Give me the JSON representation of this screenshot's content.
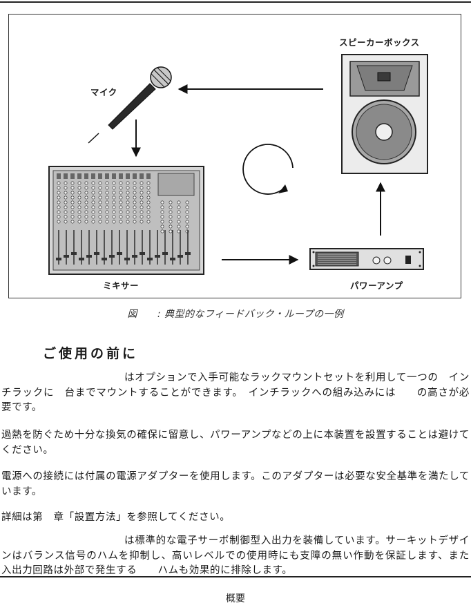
{
  "figure": {
    "labels": {
      "speaker": "スピーカーボックス",
      "mic": "マイク",
      "mixer": "ミキサー",
      "amp": "パワーアンプ"
    },
    "caption": {
      "prefix": "図",
      "text": ": 典型的なフィードバック・ループの一例"
    }
  },
  "section": {
    "heading": "ご使用の前に",
    "paragraphs": [
      "はオプションで入手可能なラックマウントセットを利用して一つの　インチラックに　台までマウントすることができます。　インチラックへの組み込みには　　の高さが必要です。",
      "過熱を防ぐため十分な換気の確保に留意し、パワーアンプなどの上に本装置を設置することは避けてください。",
      "電源への接続には付属の電源アダプターを使用します。このアダプターは必要な安全基準を満たしています。",
      "詳細は第　章「設置方法」を参照してください。",
      "は標準的な電子サーボ制御型入出力を装備しています。サーキットデザインはバランス信号のハムを抑制し、高いレベルでの使用時にも支障の無い作動を保証します、また入出力回路は外部で発生する　　ハムも効果的に排除します。"
    ]
  },
  "footer": {
    "text": "概要"
  }
}
